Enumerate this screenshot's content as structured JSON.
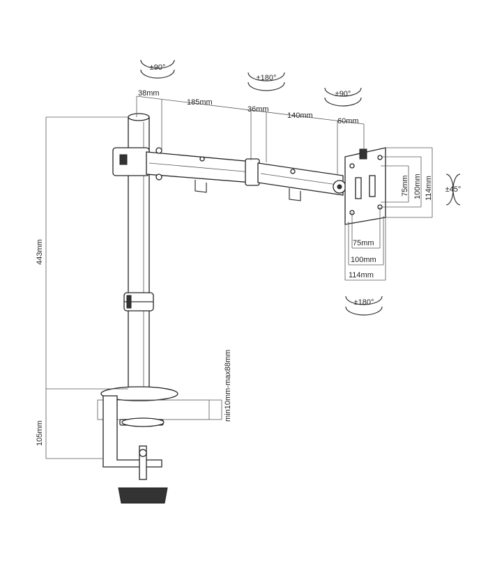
{
  "rotations": {
    "pole_swivel": "±90°",
    "arm_joint": "±180°",
    "head_swivel": "±90°",
    "tilt": "±45°",
    "plate_rotation": "±180°"
  },
  "arm_dimensions": {
    "d38": "38mm",
    "d185": "185mm",
    "d36": "36mm",
    "d140": "140mm",
    "d60": "60mm"
  },
  "vesa": {
    "h75": "75mm",
    "h100": "100mm",
    "h114": "114mm",
    "v75": "75mm",
    "v100": "100mm",
    "v114": "114mm"
  },
  "height": {
    "pole": "443mm",
    "clamp": "105mm",
    "desk_range": "min10mm-max88mm"
  }
}
